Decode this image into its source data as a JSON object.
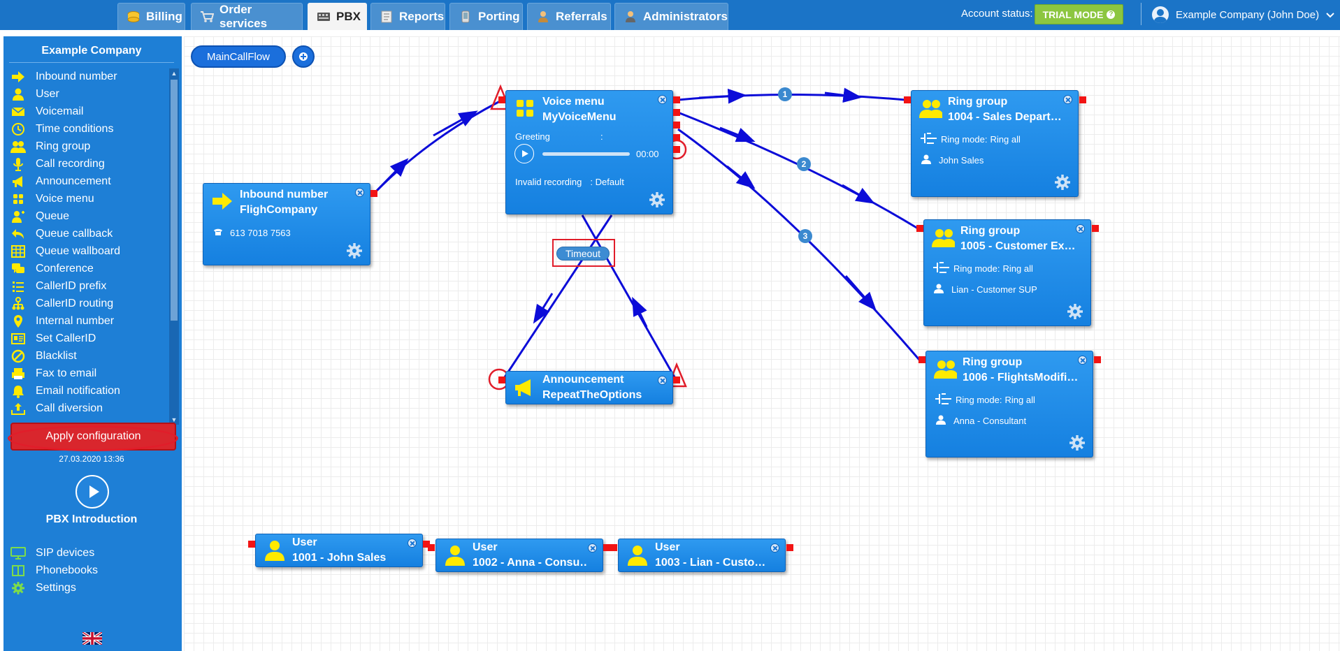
{
  "top_tabs": [
    {
      "label": "Billing",
      "icon": "coins-icon"
    },
    {
      "label": "Order services",
      "icon": "cart-icon"
    },
    {
      "label": "PBX",
      "icon": "pbx-icon"
    },
    {
      "label": "Reports",
      "icon": "report-icon"
    },
    {
      "label": "Porting",
      "icon": "phone-icon"
    },
    {
      "label": "Referrals",
      "icon": "referral-icon"
    },
    {
      "label": "Administrators",
      "icon": "admin-icon"
    }
  ],
  "active_tab": "PBX",
  "account": {
    "status_label": "Account status:",
    "trial_label": "TRIAL MODE",
    "user_label": "Example Company (John Doe)"
  },
  "sidebar": {
    "company": "Example Company",
    "node_types": [
      {
        "label": "Inbound number",
        "icon": "arrow-right-icon"
      },
      {
        "label": "User",
        "icon": "user-icon"
      },
      {
        "label": "Voicemail",
        "icon": "envelope-icon"
      },
      {
        "label": "Time conditions",
        "icon": "clock-icon"
      },
      {
        "label": "Ring group",
        "icon": "group-icon"
      },
      {
        "label": "Call recording",
        "icon": "microphone-icon"
      },
      {
        "label": "Announcement",
        "icon": "megaphone-icon"
      },
      {
        "label": "Voice menu",
        "icon": "grid-icon"
      },
      {
        "label": "Queue",
        "icon": "queue-icon"
      },
      {
        "label": "Queue callback",
        "icon": "undo-icon"
      },
      {
        "label": "Queue wallboard",
        "icon": "table-icon"
      },
      {
        "label": "Conference",
        "icon": "chat-icon"
      },
      {
        "label": "CallerID prefix",
        "icon": "list-icon"
      },
      {
        "label": "CallerID routing",
        "icon": "sitemap-icon"
      },
      {
        "label": "Internal number",
        "icon": "pin-icon"
      },
      {
        "label": "Set CallerID",
        "icon": "id-card-icon"
      },
      {
        "label": "Blacklist",
        "icon": "ban-icon"
      },
      {
        "label": "Fax to email",
        "icon": "fax-icon"
      },
      {
        "label": "Email notification",
        "icon": "bell-icon"
      },
      {
        "label": "Call diversion",
        "icon": "upload-icon"
      }
    ],
    "apply_label": "Apply configuration",
    "apply_date": "27.03.2020 13:36",
    "intro_label": "PBX Introduction",
    "bottom_items": [
      {
        "label": "SIP devices",
        "icon": "monitor-icon"
      },
      {
        "label": "Phonebooks",
        "icon": "book-icon"
      },
      {
        "label": "Settings",
        "icon": "gear-icon"
      }
    ]
  },
  "canvas": {
    "flow_tab": "MainCallFlow",
    "nodes": {
      "inbound": {
        "type": "Inbound number",
        "name": "FlighCompany",
        "phone": "613 7018 7563"
      },
      "voice_menu": {
        "type": "Voice menu",
        "name": "MyVoiceMenu",
        "greeting_label": "Greeting",
        "greeting_value": ":",
        "time": "00:00",
        "invalid_label": "Invalid recording",
        "invalid_value": ": Default"
      },
      "announcement": {
        "type": "Announcement",
        "name": "RepeatTheOptions"
      },
      "ring1": {
        "type": "Ring group",
        "name": "1004 - Sales Depart…",
        "mode": "Ring all",
        "mode_prefix": "Ring mode:",
        "member": "John Sales"
      },
      "ring2": {
        "type": "Ring group",
        "name": "1005 - Customer Ex…",
        "mode": "Ring all",
        "mode_prefix": "Ring mode:",
        "member": "Lian - Customer SUP"
      },
      "ring3": {
        "type": "Ring group",
        "name": "1006 - FlightsModifi…",
        "mode": "Ring all",
        "mode_prefix": "Ring mode:",
        "member": "Anna - Consultant"
      },
      "user1": {
        "type": "User",
        "name": "1001 - John Sales"
      },
      "user2": {
        "type": "User",
        "name": "1002 - Anna - Consu…"
      },
      "user3": {
        "type": "User",
        "name": "1003 - Lian - Custo…"
      }
    },
    "timeout_label": "Timeout",
    "option_badges": [
      "1",
      "2",
      "3"
    ]
  },
  "colors": {
    "topbar": "#1b74c7",
    "sidebar": "#1e7fd6",
    "node": "#1a8ae6",
    "wire": "#0c0cd8",
    "port": "#f21414",
    "trial": "#8cc640",
    "apply": "#d9262d",
    "icon_yellow": "#ffea00"
  }
}
